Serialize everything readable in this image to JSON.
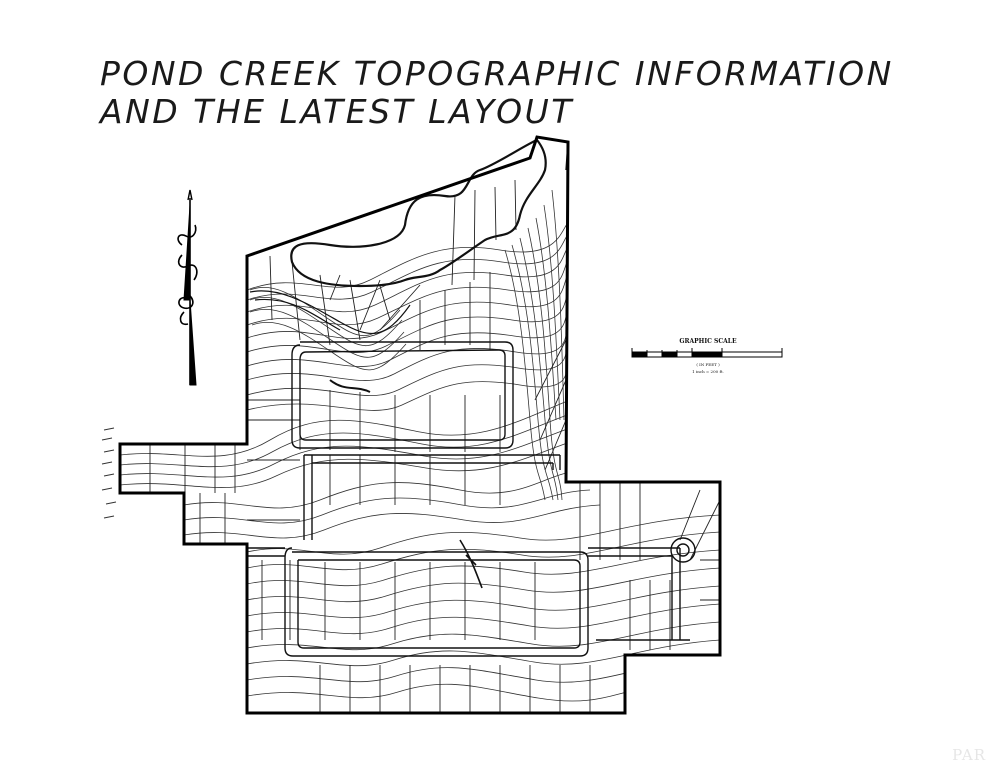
{
  "title": {
    "line1": "POND CREEK TOPOGRAPHIC INFORMATION",
    "line2": "AND THE LATEST LAYOUT"
  },
  "scale": {
    "label": "GRAPHIC SCALE",
    "units": "( IN FEET )",
    "ratio": "1 inch = 200 ft."
  },
  "north_arrow": {
    "icon": "north-arrow-icon"
  },
  "watermark": "PAR"
}
